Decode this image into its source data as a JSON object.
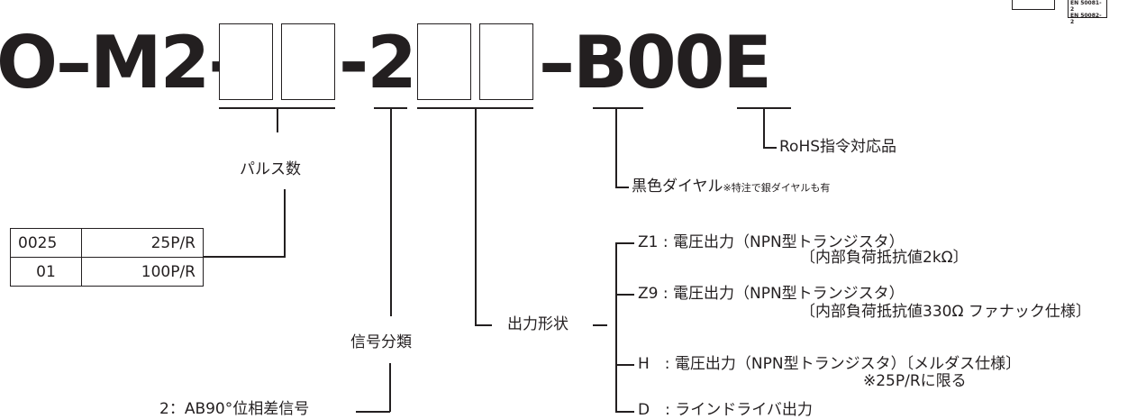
{
  "model": {
    "prefix": "O–M2-",
    "mid": "-2",
    "suffix": "–B00E"
  },
  "certifications": [
    "EN 50081-2",
    "EN 50082-2"
  ],
  "labels": {
    "pulse_count": "パルス数",
    "signal_class": "信号分類",
    "signal_value": "2：AB90°位相差信号",
    "output_shape": "出力形状",
    "dial": "黒色ダイヤル",
    "dial_note": "※特注で銀ダイヤルも有",
    "rohs": "RoHS指令対応品"
  },
  "pulse_table": [
    {
      "code": "0025",
      "value": "25P/R"
    },
    {
      "code": "01",
      "value": "100P/R"
    }
  ],
  "outputs": [
    {
      "line1": "Z1 : 電圧出力（NPN型トランジスタ）",
      "line2": "〔内部負荷抵抗値2kΩ〕"
    },
    {
      "line1": "Z9 : 電圧出力（NPN型トランジスタ）",
      "line2": "〔内部負荷抵抗値330Ω ファナック仕様〕"
    },
    {
      "line1": "H　: 電圧出力（NPN型トランジスタ）〔メルダス仕様〕",
      "line2": "※25P/Rに限る"
    },
    {
      "line1": "D　: ラインドライバ出力",
      "line2": ""
    }
  ]
}
